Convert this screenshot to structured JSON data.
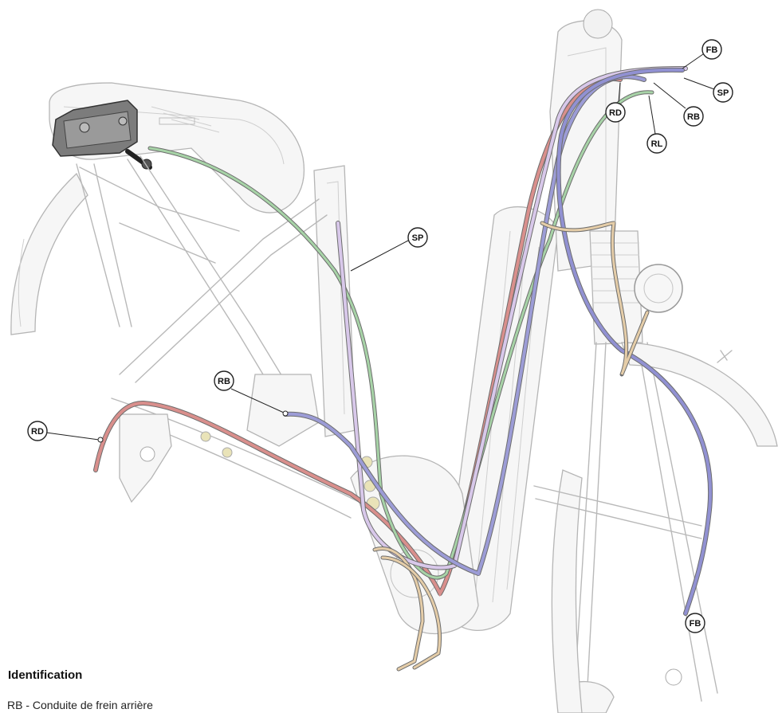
{
  "diagram": {
    "callouts": {
      "fb_top": "FB",
      "sp_top": "SP",
      "rd_top": "RD",
      "rb_top": "RB",
      "rl_top": "RL",
      "sp_mid": "SP",
      "rb_mid": "RB",
      "rd_left": "RD",
      "fb_bottom": "FB"
    },
    "cable_colors": {
      "rd": "#d98f8c",
      "rb": "#9a9ad4",
      "fb": "#8f8fd0",
      "sp": "#d6c5e6",
      "rl": "#9fcf9f",
      "beige": "#e3c9a2"
    }
  },
  "legend": {
    "title": "Identification",
    "items": [
      "RB - Conduite de frein arrière"
    ]
  }
}
